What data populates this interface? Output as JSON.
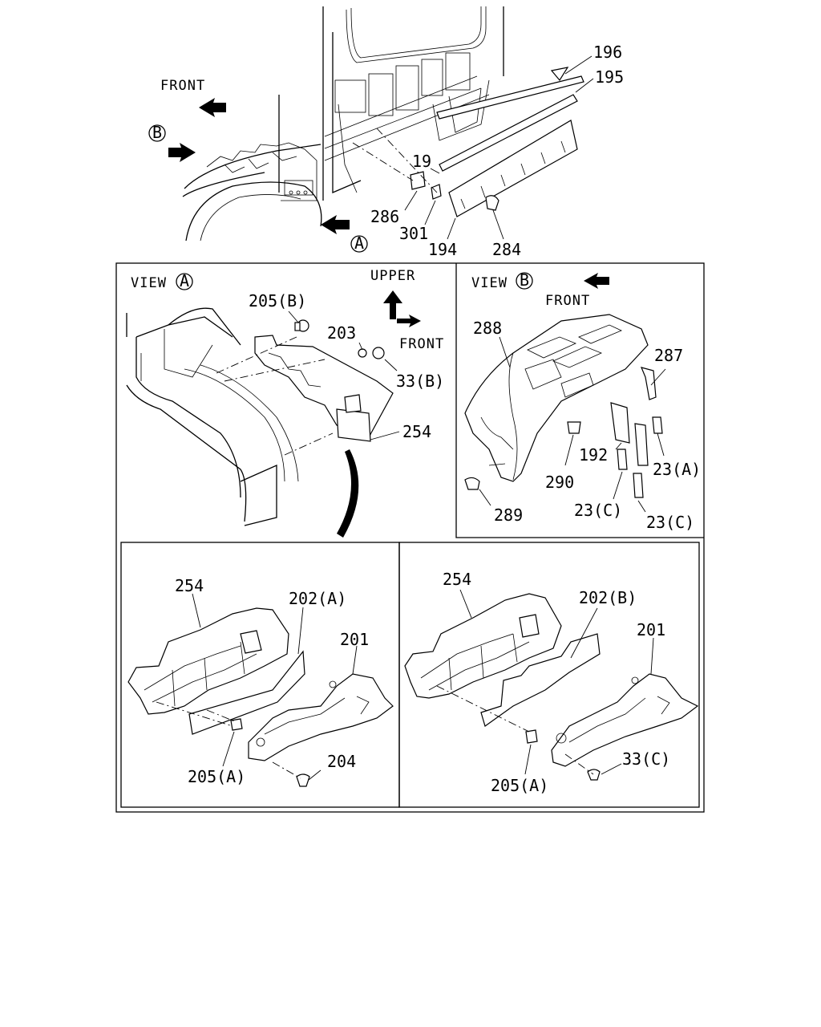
{
  "directions": {
    "front": "FRONT",
    "upper": "UPPER"
  },
  "markers": {
    "a": "A",
    "b": "B"
  },
  "views": {
    "view_a": "VIEW",
    "view_b": "VIEW"
  },
  "labels": {
    "top": {
      "p196": "196",
      "p195": "195",
      "p19": "19",
      "p286": "286",
      "p301": "301",
      "p194": "194",
      "p284": "284"
    },
    "view_a": {
      "p205b": "205(B)",
      "p203": "203",
      "p33b": "33(B)",
      "p254": "254"
    },
    "view_b": {
      "p288": "288",
      "p287": "287",
      "p192": "192",
      "p290": "290",
      "p23a": "23(A)",
      "p23c_1": "23(C)",
      "p23c_2": "23(C)",
      "p289": "289"
    },
    "bottom_left": {
      "p254": "254",
      "p202a": "202(A)",
      "p201": "201",
      "p205a": "205(A)",
      "p204": "204"
    },
    "bottom_right": {
      "p254": "254",
      "p202b": "202(B)",
      "p201": "201",
      "p205a": "205(A)",
      "p33c": "33(C)"
    }
  }
}
